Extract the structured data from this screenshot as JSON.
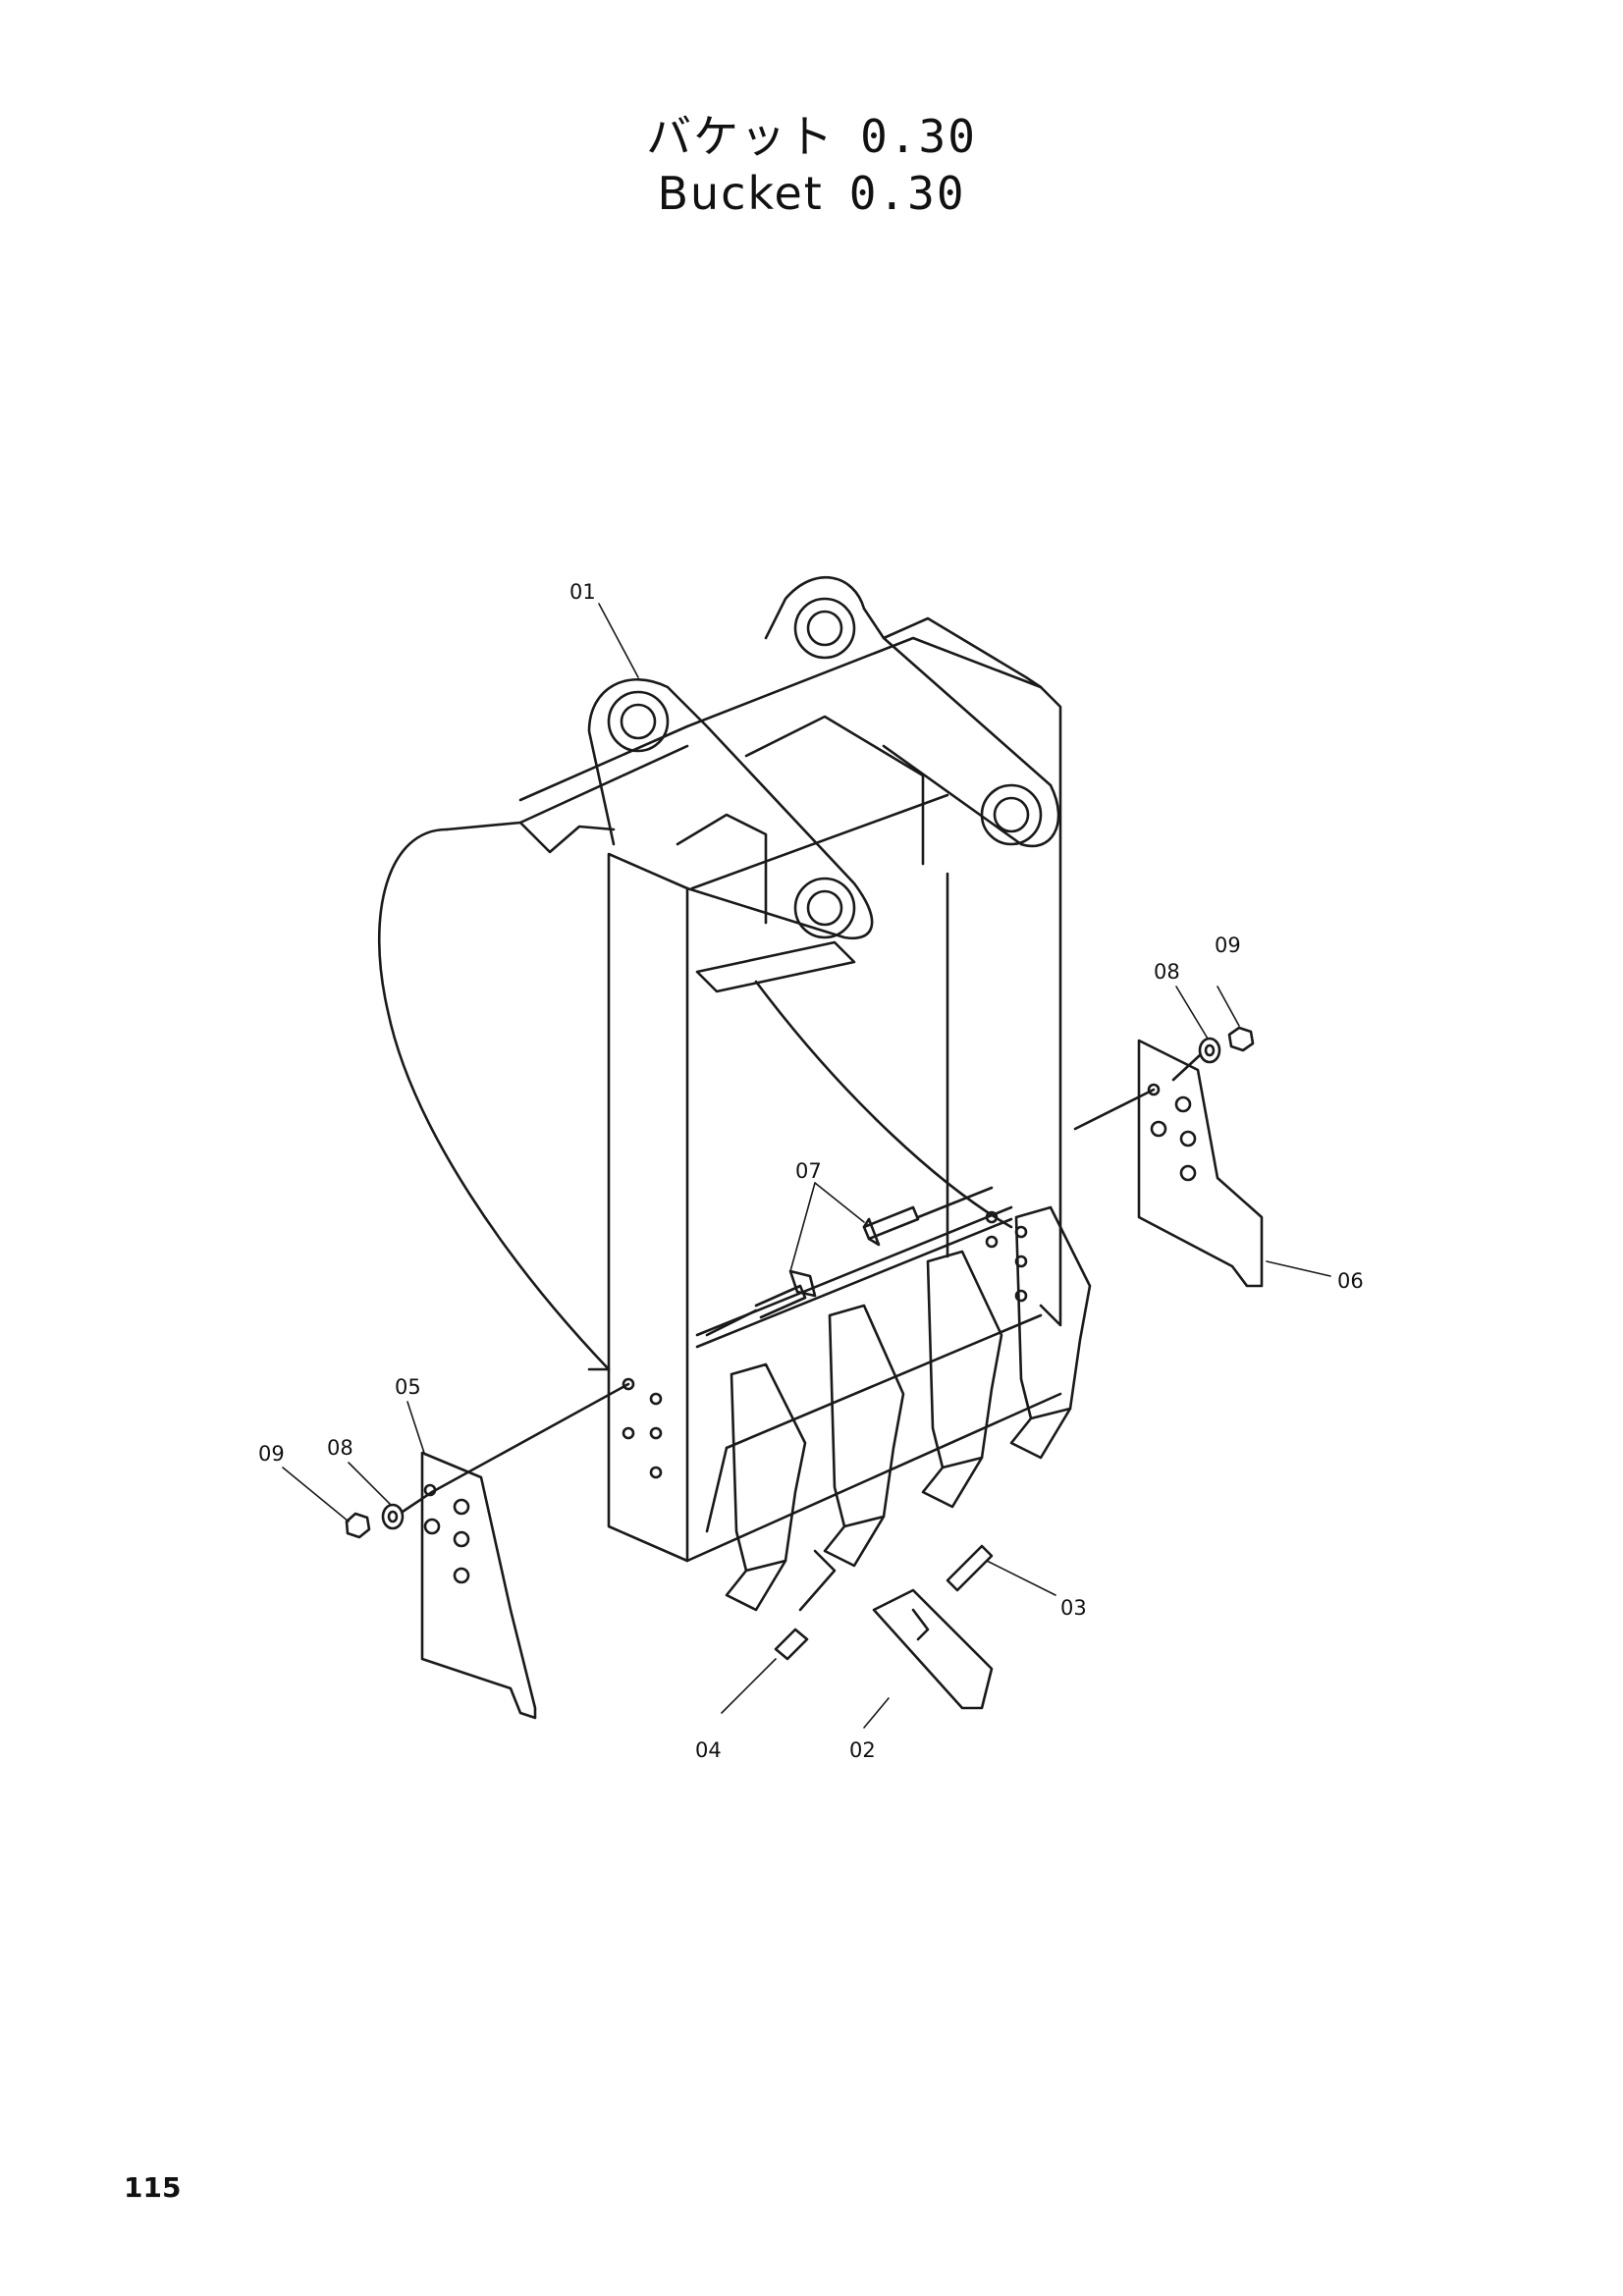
{
  "title": {
    "jp_label": "バケット",
    "jp_value": "0.30",
    "en_label": "Bucket",
    "en_value": "0.30"
  },
  "callouts": {
    "bucket": "01",
    "tooth": "02",
    "pin_lock": "03",
    "pin": "04",
    "side_cutter_left": "05",
    "side_cutter_right": "06",
    "bolt": "07",
    "washer_left": "08",
    "washer_right": "08",
    "nut_left": "09",
    "nut_right": "09"
  },
  "page_number": "115"
}
